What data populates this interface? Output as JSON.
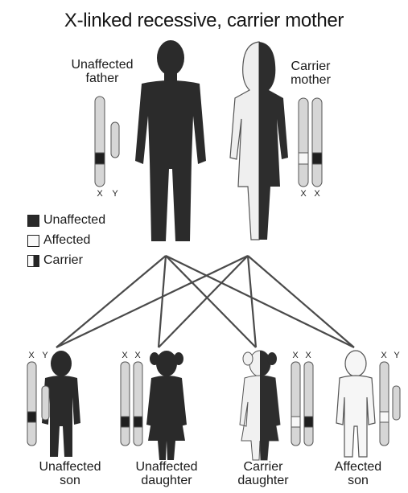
{
  "title": "X-linked recessive, carrier mother",
  "parents": {
    "father_label": [
      "Unaffected",
      "father"
    ],
    "mother_label": [
      "Carrier",
      "mother"
    ]
  },
  "legend": {
    "unaffected": "Unaffected",
    "affected": "Affected",
    "carrier": "Carrier"
  },
  "children": [
    {
      "label": [
        "Unaffected",
        "son"
      ]
    },
    {
      "label": [
        "Unaffected",
        "daughter"
      ]
    },
    {
      "label": [
        "Carrier",
        "daughter"
      ]
    },
    {
      "label": [
        "Affected",
        "son"
      ]
    }
  ],
  "chromosome_letters": {
    "x": "X",
    "y": "Y"
  },
  "colors": {
    "dark": "#2a2a2a",
    "light": "#f4f4f4",
    "chromosome": "#d4d4d4",
    "line": "#3a3a3a"
  }
}
